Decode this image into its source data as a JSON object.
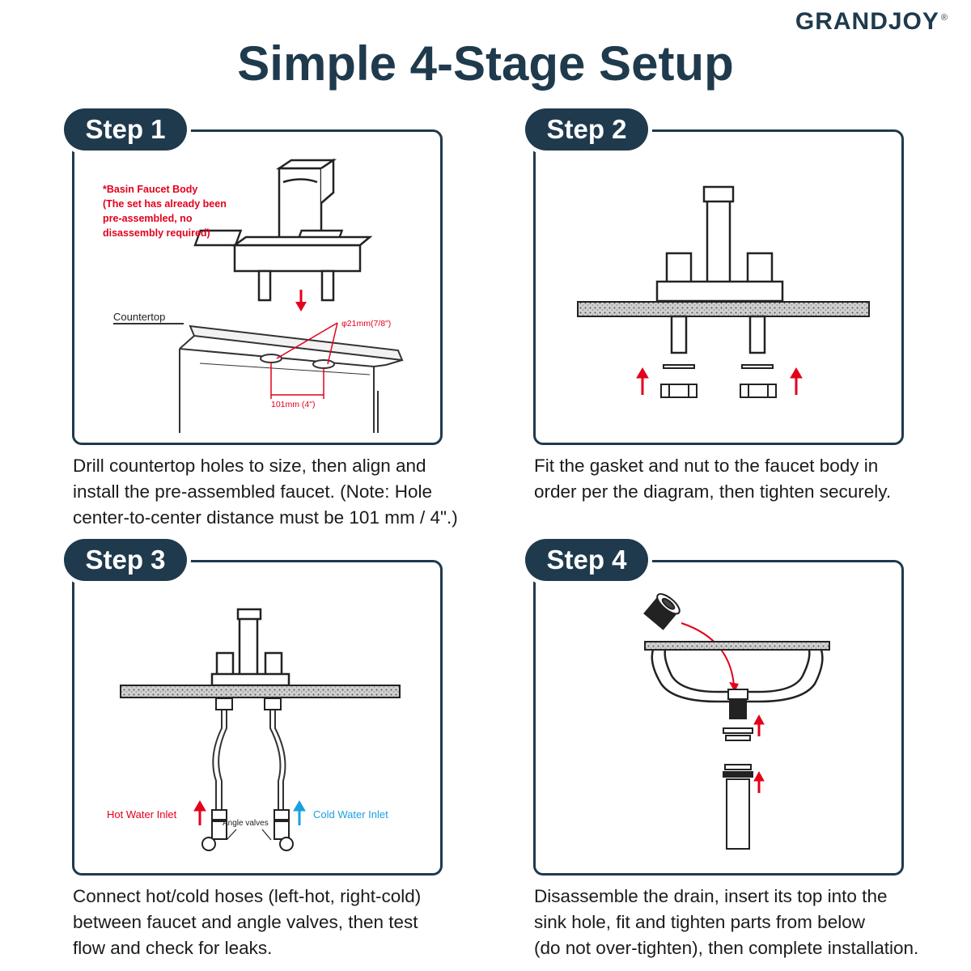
{
  "brand": "GRANDJOY",
  "brand_mark": "®",
  "title": "Simple 4-Stage Setup",
  "steps": [
    {
      "label": "Step 1",
      "annotations": {
        "body_title": "*Basin Faucet Body",
        "body_note_1": "(The set has already been",
        "body_note_2": "pre-assembled, no",
        "body_note_3": "disassembly required)",
        "countertop": "Countertop",
        "hole_size": "φ21mm(7/8\")",
        "distance": "101mm (4\")"
      },
      "caption": [
        "Drill countertop holes to size, then align and",
        "install the pre-assembled faucet. (Note: Hole",
        "center-to-center distance must be 101 mm / 4\".)"
      ]
    },
    {
      "label": "Step 2",
      "caption": [
        "Fit the gasket and nut to the faucet body in",
        "order per the diagram, then tighten securely."
      ]
    },
    {
      "label": "Step 3",
      "annotations": {
        "hot": "Hot Water Inlet",
        "cold": "Cold Water Inlet",
        "valves": "Angle valves"
      },
      "caption": [
        "Connect hot/cold hoses (left-hot, right-cold)",
        "between faucet and angle valves, then test",
        "flow and check for leaks."
      ]
    },
    {
      "label": "Step 4",
      "caption": [
        "Disassemble the drain, insert its top into the",
        "sink hole, fit and tighten parts from below",
        "(do not over-tighten), then complete installation."
      ]
    }
  ],
  "colors": {
    "navy": "#1f3a4d",
    "red": "#e3001b",
    "blue": "#1aa0e0"
  }
}
